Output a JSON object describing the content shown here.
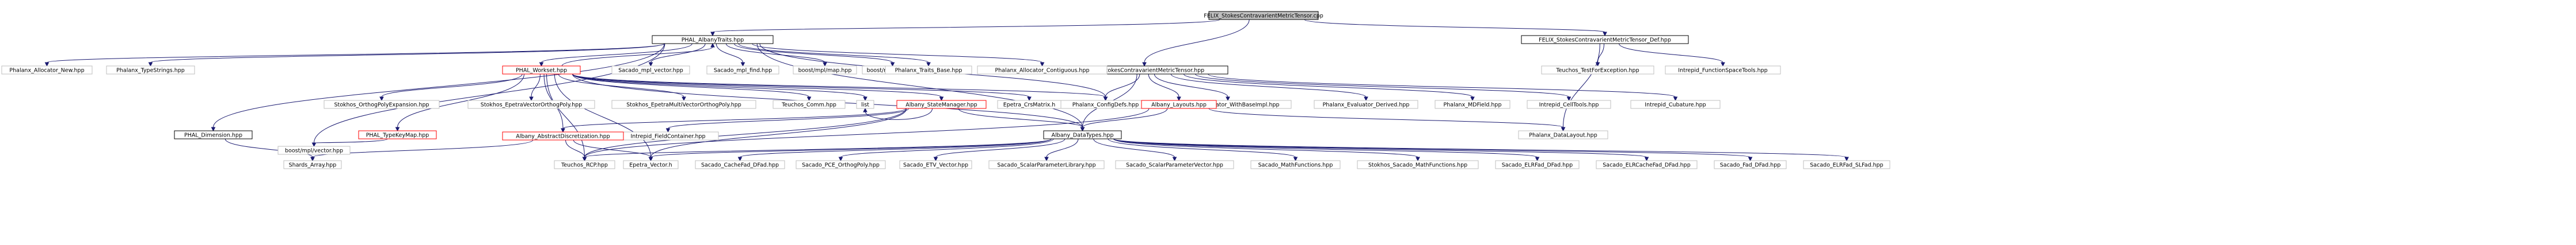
{
  "colors": {
    "edge": "#191970",
    "root_fill": "#bfbfbf",
    "node_fill": "#ffffff",
    "border_internal": "#000000",
    "border_external": "#bfbfbf",
    "border_missing": "#ff0000"
  },
  "nodes": [
    {
      "id": "root",
      "label": "FELIX_StokesContravarientMetricTensor.cpp",
      "kind": "root"
    },
    {
      "id": "traits",
      "label": "PHAL_AlbanyTraits.hpp",
      "kind": "internal"
    },
    {
      "id": "felixh",
      "label": "FELIX_StokesContravarientMetricTensor.hpp",
      "kind": "internal"
    },
    {
      "id": "felixdef",
      "label": "FELIX_StokesContravarientMetricTensor_Def.hpp",
      "kind": "internal"
    },
    {
      "id": "allocnew",
      "label": "Phalanx_Allocator_New.hpp",
      "kind": "external"
    },
    {
      "id": "typestr",
      "label": "Phalanx_TypeStrings.hpp",
      "kind": "external"
    },
    {
      "id": "workset",
      "label": "PHAL_Workset.hpp",
      "kind": "missing"
    },
    {
      "id": "sacvec",
      "label": "Sacado_mpl_vector.hpp",
      "kind": "external"
    },
    {
      "id": "sacfind",
      "label": "Sacado_mpl_find.hpp",
      "kind": "external"
    },
    {
      "id": "boostmap",
      "label": "boost/mpl/map.hpp",
      "kind": "external"
    },
    {
      "id": "boostfind",
      "label": "boost/mpl/find.hpp",
      "kind": "external"
    },
    {
      "id": "traitsbase",
      "label": "Phalanx_Traits_Base.hpp",
      "kind": "external"
    },
    {
      "id": "alloccont",
      "label": "Phalanx_Allocator_Contiguous.hpp",
      "kind": "external"
    },
    {
      "id": "tuchex",
      "label": "Teuchos_TestForException.hpp",
      "kind": "external"
    },
    {
      "id": "intfs",
      "label": "Intrepid_FunctionSpaceTools.hpp",
      "kind": "external"
    },
    {
      "id": "stoexp",
      "label": "Stokhos_OrthogPolyExpansion.hpp",
      "kind": "external"
    },
    {
      "id": "stoevec",
      "label": "Stokhos_EpetraVectorOrthogPoly.hpp",
      "kind": "external"
    },
    {
      "id": "stoemv",
      "label": "Stokhos_EpetraMultiVectorOrthogPoly.hpp",
      "kind": "external"
    },
    {
      "id": "tcomm",
      "label": "Teuchos_Comm.hpp",
      "kind": "external"
    },
    {
      "id": "list",
      "label": "list",
      "kind": "external"
    },
    {
      "id": "stmgr",
      "label": "Albany_StateManager.hpp",
      "kind": "missing"
    },
    {
      "id": "crsm",
      "label": "Epetra_CrsMatrix.h",
      "kind": "external"
    },
    {
      "id": "confdefs",
      "label": "Phalanx_ConfigDefs.hpp",
      "kind": "external"
    },
    {
      "id": "evalbase",
      "label": "Phalanx_Evaluator_WithBaseImpl.hpp",
      "kind": "external"
    },
    {
      "id": "evalder",
      "label": "Phalanx_Evaluator_Derived.hpp",
      "kind": "external"
    },
    {
      "id": "mdfield",
      "label": "Phalanx_MDField.hpp",
      "kind": "external"
    },
    {
      "id": "celltools",
      "label": "Intrepid_CellTools.hpp",
      "kind": "external"
    },
    {
      "id": "cubature",
      "label": "Intrepid_Cubature.hpp",
      "kind": "external"
    },
    {
      "id": "phdim",
      "label": "PHAL_Dimension.hpp",
      "kind": "internal"
    },
    {
      "id": "tkmap",
      "label": "PHAL_TypeKeyMap.hpp",
      "kind": "missing"
    },
    {
      "id": "layouts",
      "label": "Albany_Layouts.hpp",
      "kind": "missing"
    },
    {
      "id": "boostvec",
      "label": "boost/mpl/vector.hpp",
      "kind": "external"
    },
    {
      "id": "fieldcont",
      "label": "Intrepid_FieldContainer.hpp",
      "kind": "external"
    },
    {
      "id": "absdisc",
      "label": "Albany_AbstractDiscretization.hpp",
      "kind": "missing"
    },
    {
      "id": "datatypes",
      "label": "Albany_DataTypes.hpp",
      "kind": "internal"
    },
    {
      "id": "datalayout",
      "label": "Phalanx_DataLayout.hpp",
      "kind": "external"
    },
    {
      "id": "shards",
      "label": "Shards_Array.hpp",
      "kind": "external"
    },
    {
      "id": "rcp",
      "label": "Teuchos_RCP.hpp",
      "kind": "external"
    },
    {
      "id": "epvec",
      "label": "Epetra_Vector.h",
      "kind": "external"
    },
    {
      "id": "sacfad",
      "label": "Sacado_CacheFad_DFad.hpp",
      "kind": "external"
    },
    {
      "id": "sacpce",
      "label": "Sacado_PCE_OrthogPoly.hpp",
      "kind": "external"
    },
    {
      "id": "sacetv",
      "label": "Sacado_ETV_Vector.hpp",
      "kind": "external"
    },
    {
      "id": "sacspl",
      "label": "Sacado_ScalarParameterLibrary.hpp",
      "kind": "external"
    },
    {
      "id": "sacspv",
      "label": "Sacado_ScalarParameterVector.hpp",
      "kind": "external"
    },
    {
      "id": "sacmath",
      "label": "Sacado_MathFunctions.hpp",
      "kind": "external"
    },
    {
      "id": "stomath",
      "label": "Stokhos_Sacado_MathFunctions.hpp",
      "kind": "external"
    },
    {
      "id": "elrfad",
      "label": "Sacado_ELRFad_DFad.hpp",
      "kind": "external"
    },
    {
      "id": "elrcfad",
      "label": "Sacado_ELRCacheFad_DFad.hpp",
      "kind": "external"
    },
    {
      "id": "fadfad",
      "label": "Sacado_Fad_DFad.hpp",
      "kind": "external"
    },
    {
      "id": "elrsfad",
      "label": "Sacado_ELRFad_SLFad.hpp",
      "kind": "external"
    }
  ],
  "edges": [
    [
      "root",
      "traits"
    ],
    [
      "root",
      "felixh"
    ],
    [
      "root",
      "felixdef"
    ],
    [
      "traits",
      "allocnew"
    ],
    [
      "traits",
      "typestr"
    ],
    [
      "traits",
      "workset"
    ],
    [
      "traits",
      "sacvec"
    ],
    [
      "traits",
      "sacfind"
    ],
    [
      "traits",
      "boostmap"
    ],
    [
      "traits",
      "boostfind"
    ],
    [
      "traits",
      "traitsbase"
    ],
    [
      "traits",
      "alloccont"
    ],
    [
      "traits",
      "phdim"
    ],
    [
      "traits",
      "datatypes"
    ],
    [
      "traits",
      "confdefs"
    ],
    [
      "traits",
      "boostvec"
    ],
    [
      "workset",
      "traits"
    ],
    [
      "workset",
      "stoexp"
    ],
    [
      "workset",
      "stoevec"
    ],
    [
      "workset",
      "stoemv"
    ],
    [
      "workset",
      "tcomm"
    ],
    [
      "workset",
      "list"
    ],
    [
      "workset",
      "stmgr"
    ],
    [
      "workset",
      "crsm"
    ],
    [
      "workset",
      "tkmap"
    ],
    [
      "workset",
      "absdisc"
    ],
    [
      "workset",
      "datatypes"
    ],
    [
      "workset",
      "rcp"
    ],
    [
      "workset",
      "epvec"
    ],
    [
      "workset",
      "confdefs"
    ],
    [
      "felixh",
      "confdefs"
    ],
    [
      "felixh",
      "evalbase"
    ],
    [
      "felixh",
      "evalder"
    ],
    [
      "felixh",
      "mdfield"
    ],
    [
      "felixh",
      "celltools"
    ],
    [
      "felixh",
      "cubature"
    ],
    [
      "felixh",
      "layouts"
    ],
    [
      "felixh",
      "datatypes"
    ],
    [
      "felixdef",
      "tuchex"
    ],
    [
      "felixdef",
      "intfs"
    ],
    [
      "felixdef",
      "datalayout"
    ],
    [
      "stmgr",
      "fieldcont"
    ],
    [
      "stmgr",
      "absdisc"
    ],
    [
      "stmgr",
      "datatypes"
    ],
    [
      "stmgr",
      "rcp"
    ],
    [
      "stmgr",
      "epvec"
    ],
    [
      "stmgr",
      "list"
    ],
    [
      "tkmap",
      "boostvec"
    ],
    [
      "layouts",
      "datatypes"
    ],
    [
      "layouts",
      "datalayout"
    ],
    [
      "layouts",
      "rcp"
    ],
    [
      "absdisc",
      "shards"
    ],
    [
      "absdisc",
      "rcp"
    ],
    [
      "absdisc",
      "epvec"
    ],
    [
      "phdim",
      "shards"
    ],
    [
      "datatypes",
      "rcp"
    ],
    [
      "datatypes",
      "epvec"
    ],
    [
      "datatypes",
      "sacfad"
    ],
    [
      "datatypes",
      "sacpce"
    ],
    [
      "datatypes",
      "sacetv"
    ],
    [
      "datatypes",
      "sacspl"
    ],
    [
      "datatypes",
      "sacspv"
    ],
    [
      "datatypes",
      "sacmath"
    ],
    [
      "datatypes",
      "stomath"
    ],
    [
      "datatypes",
      "elrfad"
    ],
    [
      "datatypes",
      "elrcfad"
    ],
    [
      "datatypes",
      "fadfad"
    ],
    [
      "datatypes",
      "elrsfad"
    ]
  ]
}
